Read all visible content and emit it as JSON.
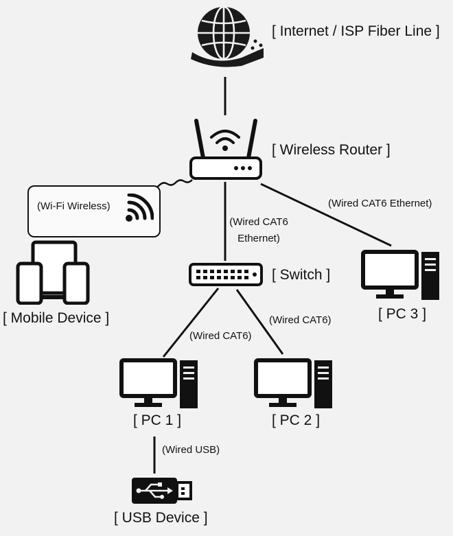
{
  "nodes": {
    "internet": {
      "label": "[ Internet / ISP Fiber Line ]",
      "icon": "globe-fiber-icon"
    },
    "router": {
      "label": "[ Wireless Router ]",
      "icon": "wireless-router-icon"
    },
    "switch": {
      "label": "[ Switch ]",
      "icon": "network-switch-icon"
    },
    "mobile": {
      "label": "[ Mobile Device ]",
      "icon": "mobile-devices-icon"
    },
    "pc1": {
      "label": "[ PC 1 ]",
      "icon": "desktop-pc-icon"
    },
    "pc2": {
      "label": "[ PC 2 ]",
      "icon": "desktop-pc-icon"
    },
    "pc3": {
      "label": "[ PC 3 ]",
      "icon": "desktop-pc-icon"
    },
    "usb": {
      "label": "[ USB Device ]",
      "icon": "usb-drive-icon"
    }
  },
  "links": {
    "wifi": {
      "label": "(Wi-Fi Wireless)",
      "icon": "wifi-signal-icon"
    },
    "router_switch": {
      "line1": "(Wired CAT6",
      "line2": "Ethernet)"
    },
    "router_pc3": {
      "label": "(Wired CAT6 Ethernet)"
    },
    "switch_pc1": {
      "label": "(Wired CAT6)"
    },
    "switch_pc2": {
      "label": "(Wired CAT6)"
    },
    "pc1_usb": {
      "label": "(Wired USB)"
    }
  },
  "colors": {
    "background": "#f2f2f2",
    "ink": "#111111"
  }
}
